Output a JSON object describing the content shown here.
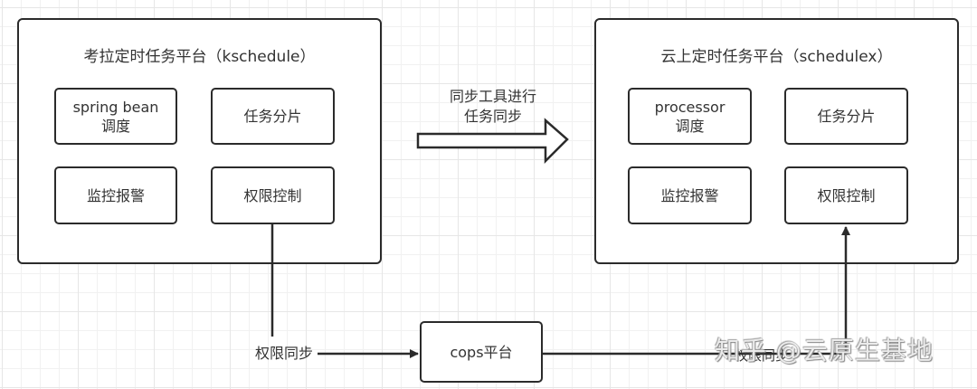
{
  "left_platform": {
    "title": "考拉定时任务平台（kschedule）",
    "modules": [
      {
        "label": "spring bean\n调度"
      },
      {
        "label": "任务分片"
      },
      {
        "label": "监控报警"
      },
      {
        "label": "权限控制"
      }
    ]
  },
  "right_platform": {
    "title": "云上定时任务平台（schedulex）",
    "modules": [
      {
        "label": "processor\n调度"
      },
      {
        "label": "任务分片"
      },
      {
        "label": "监控报警"
      },
      {
        "label": "权限控制"
      }
    ]
  },
  "sync_arrow": {
    "label": "同步工具进行\n任务同步"
  },
  "cops_node": {
    "label": "cops平台"
  },
  "edge_labels": {
    "left_permission_sync": "权限同步",
    "right_permission_sync": "权限同步"
  },
  "watermark": "知乎 @云原生基地",
  "colors": {
    "stroke": "#2b2b2b",
    "text": "#333333",
    "grid": "#e6e6e6"
  }
}
